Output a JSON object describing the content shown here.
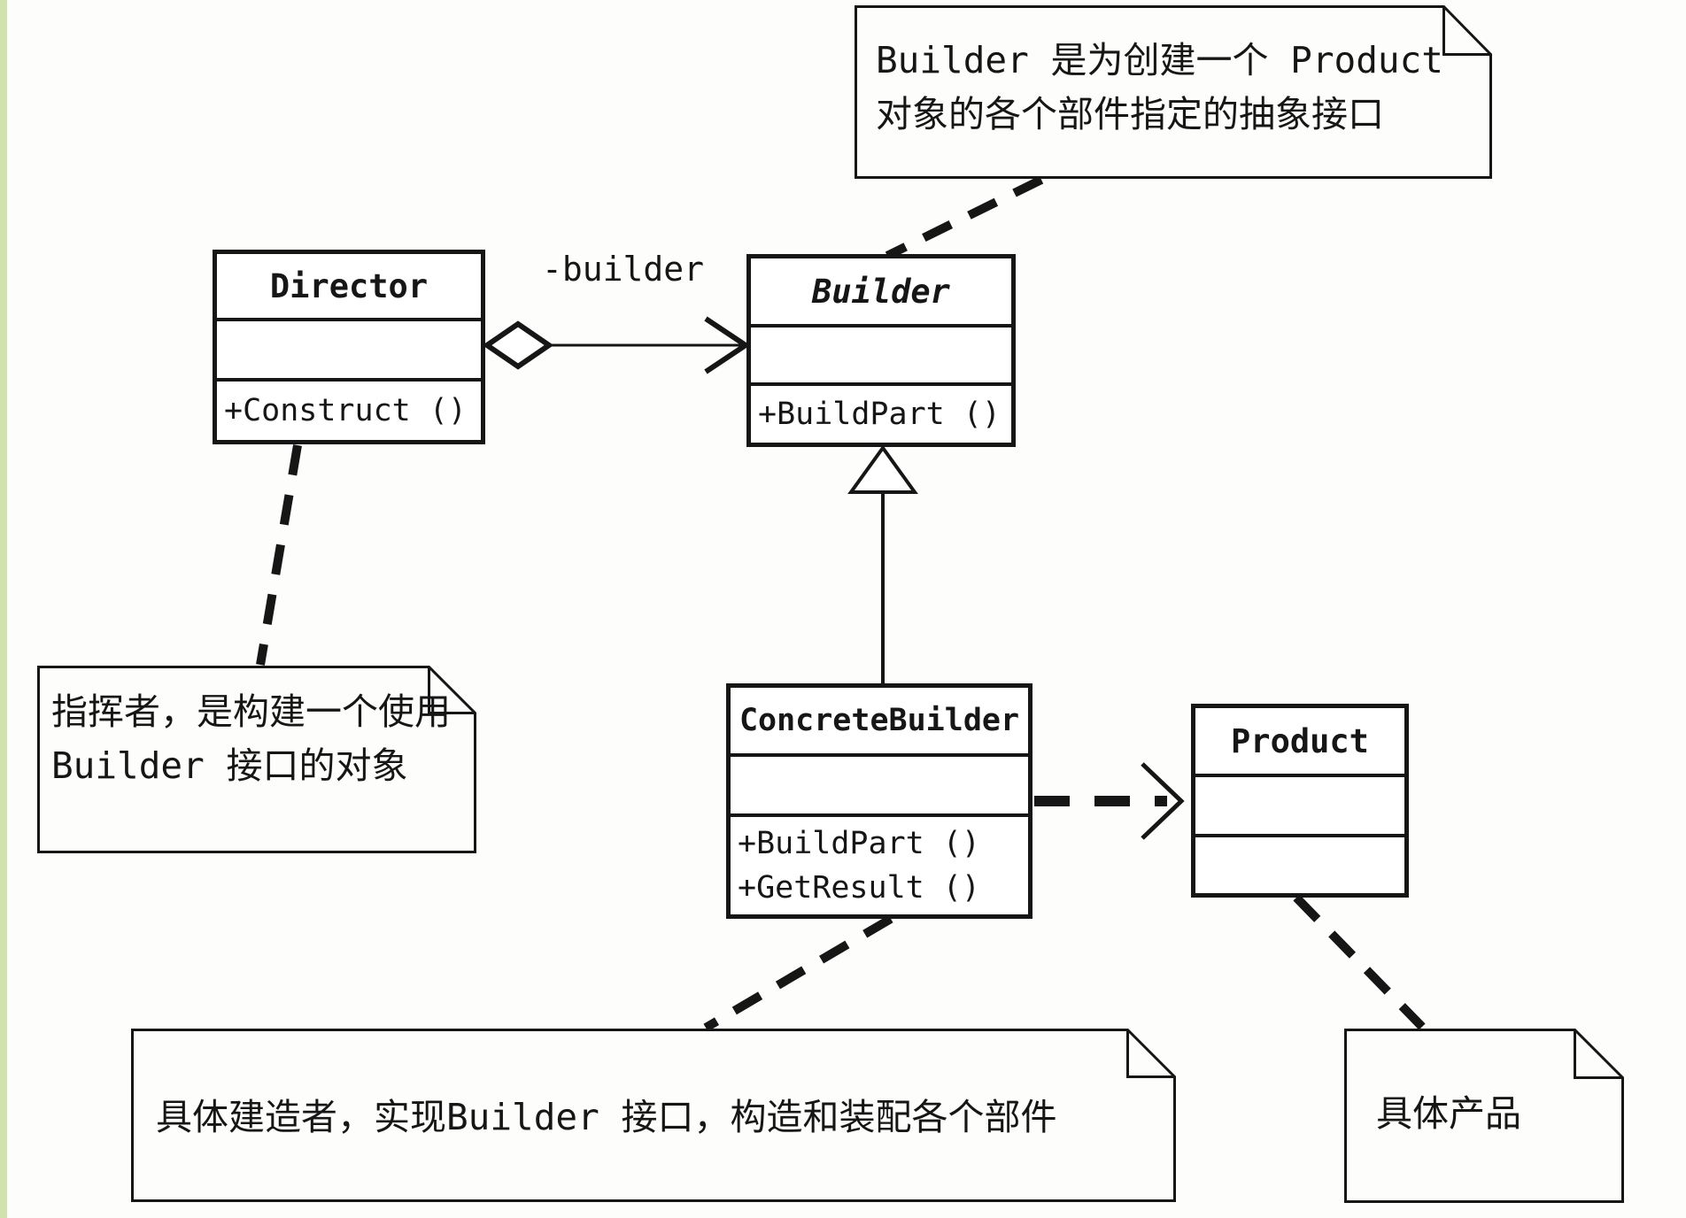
{
  "colors": {
    "ink": "#161616",
    "frame": "#d0e2ae",
    "note_fill": "#fdfdfc",
    "box_fill": "#ffffff"
  },
  "classes": {
    "director": {
      "name": "Director",
      "methods": [
        "+Construct ()"
      ]
    },
    "builder": {
      "name": "Builder",
      "methods": [
        "+BuildPart ()"
      ]
    },
    "concrete_builder": {
      "name": "ConcreteBuilder",
      "methods": [
        "+BuildPart ()",
        "+GetResult ()"
      ]
    },
    "product": {
      "name": "Product",
      "methods": []
    }
  },
  "labels": {
    "aggregation_role": "-builder"
  },
  "notes": {
    "builder_note": {
      "lines": [
        "Builder 是为创建一个 Product",
        "对象的各个部件指定的抽象接口"
      ]
    },
    "director_note": {
      "lines": [
        "指挥者，是构建一个使用",
        "Builder 接口的对象"
      ]
    },
    "concrete_builder_note": {
      "lines": [
        "具体建造者，实现Builder 接口，构造和装配各个部件"
      ]
    },
    "product_note": {
      "lines": [
        "具体产品"
      ]
    }
  },
  "relationships": [
    {
      "from": "Director",
      "to": "Builder",
      "type": "aggregation",
      "label": "-builder"
    },
    {
      "from": "ConcreteBuilder",
      "to": "Builder",
      "type": "generalization"
    },
    {
      "from": "ConcreteBuilder",
      "to": "Product",
      "type": "dependency"
    },
    {
      "from": "builder_note",
      "to": "Builder",
      "type": "note-anchor"
    },
    {
      "from": "director_note",
      "to": "Director",
      "type": "note-anchor"
    },
    {
      "from": "concrete_builder_note",
      "to": "ConcreteBuilder",
      "type": "note-anchor"
    },
    {
      "from": "product_note",
      "to": "Product",
      "type": "note-anchor"
    }
  ]
}
